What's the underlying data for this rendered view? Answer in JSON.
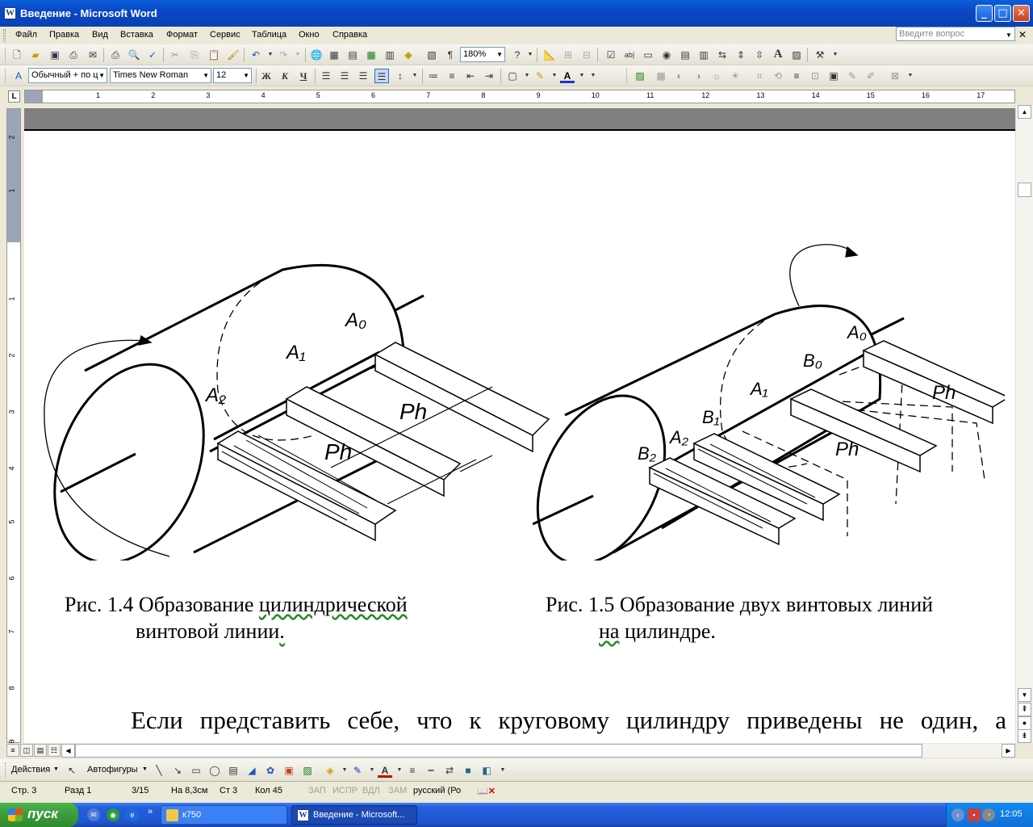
{
  "window": {
    "title": "Введение - Microsoft Word"
  },
  "menu": [
    "Файл",
    "Правка",
    "Вид",
    "Вставка",
    "Формат",
    "Сервис",
    "Таблица",
    "Окно",
    "Справка"
  ],
  "ask_placeholder": "Введите вопрос",
  "toolbar": {
    "zoom": "180%"
  },
  "format": {
    "style": "Обычный + по ц",
    "font": "Times New Roman",
    "size": "12",
    "bold": "Ж",
    "italic": "К",
    "underline": "Ч"
  },
  "ruler": {
    "tab_marker": "L",
    "numbers": [
      "1",
      "2",
      "3",
      "4",
      "5",
      "6",
      "7",
      "8",
      "9",
      "10",
      "11",
      "12",
      "13",
      "14",
      "15",
      "16",
      "17"
    ],
    "vnumbers": [
      "2",
      "1",
      "1",
      "2",
      "3",
      "4",
      "5",
      "6",
      "7",
      "8",
      "9"
    ]
  },
  "figure1": {
    "labels": {
      "a0": "A₀",
      "a1": "A₁",
      "a2": "A₂",
      "ph1": "Ph",
      "ph2": "Ph"
    }
  },
  "figure2": {
    "labels": {
      "a0": "A₀",
      "b0": "B₀",
      "a1": "A₁",
      "b1": "B₁",
      "a2": "A₂",
      "b2": "B₂",
      "ph1": "Ph",
      "ph2": "Ph"
    }
  },
  "captions": {
    "fig4_line1_a": "Рис. 1.4 Образование ",
    "fig4_line1_b": "цилиндрической",
    "fig4_line2": "винтовой линии",
    "fig4_line2_dot": ".",
    "fig5_line1": "Рис. 1.5 Образование двух винтовых линий",
    "fig5_line2_a": "на",
    "fig5_line2_b": " цилиндре."
  },
  "body_text": "Если представить себе, что к круговому цилиндру приведены не один, а",
  "drawing": {
    "actions": "Действия",
    "autoshapes": "Автофигуры"
  },
  "status": {
    "page": "Стр.  3",
    "section": "Разд  1",
    "pages": "3/15",
    "at": "На 8,3см",
    "line": "Ст  3",
    "col": "Кол  45",
    "rec": "ЗАП",
    "trk": "ИСПР",
    "ext": "ВДЛ",
    "ovr": "ЗАМ",
    "lang": "русский (Ро"
  },
  "taskbar": {
    "start": "пуск",
    "tasks": [
      "к750",
      "Введение - Microsoft..."
    ],
    "clock": "12:05"
  }
}
